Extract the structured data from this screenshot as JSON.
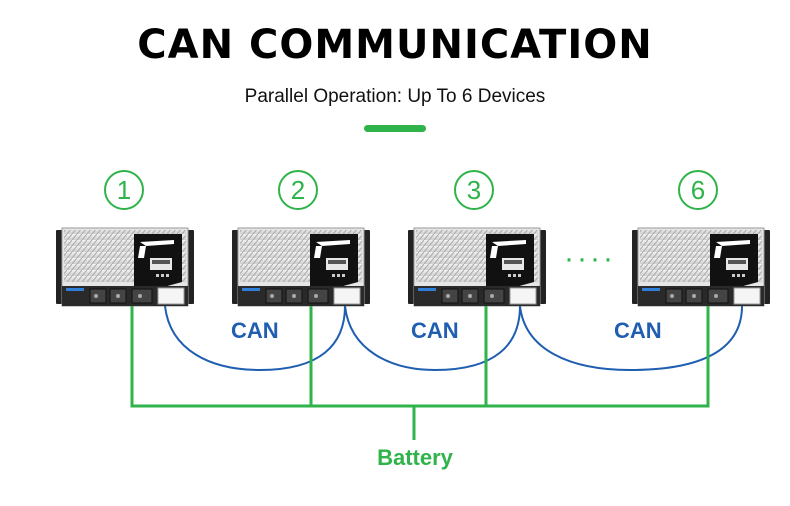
{
  "title": "CAN COMMUNICATION",
  "subtitle": "Parallel Operation: Up To 6 Devices",
  "devices": [
    {
      "number": "1"
    },
    {
      "number": "2"
    },
    {
      "number": "3"
    },
    {
      "number": "6"
    }
  ],
  "ellipsis": "····",
  "can_labels": [
    "CAN",
    "CAN",
    "CAN"
  ],
  "battery_label": "Battery",
  "colors": {
    "accent_green": "#2fb34a",
    "can_blue": "#1f5eb0",
    "title": "#000000"
  }
}
